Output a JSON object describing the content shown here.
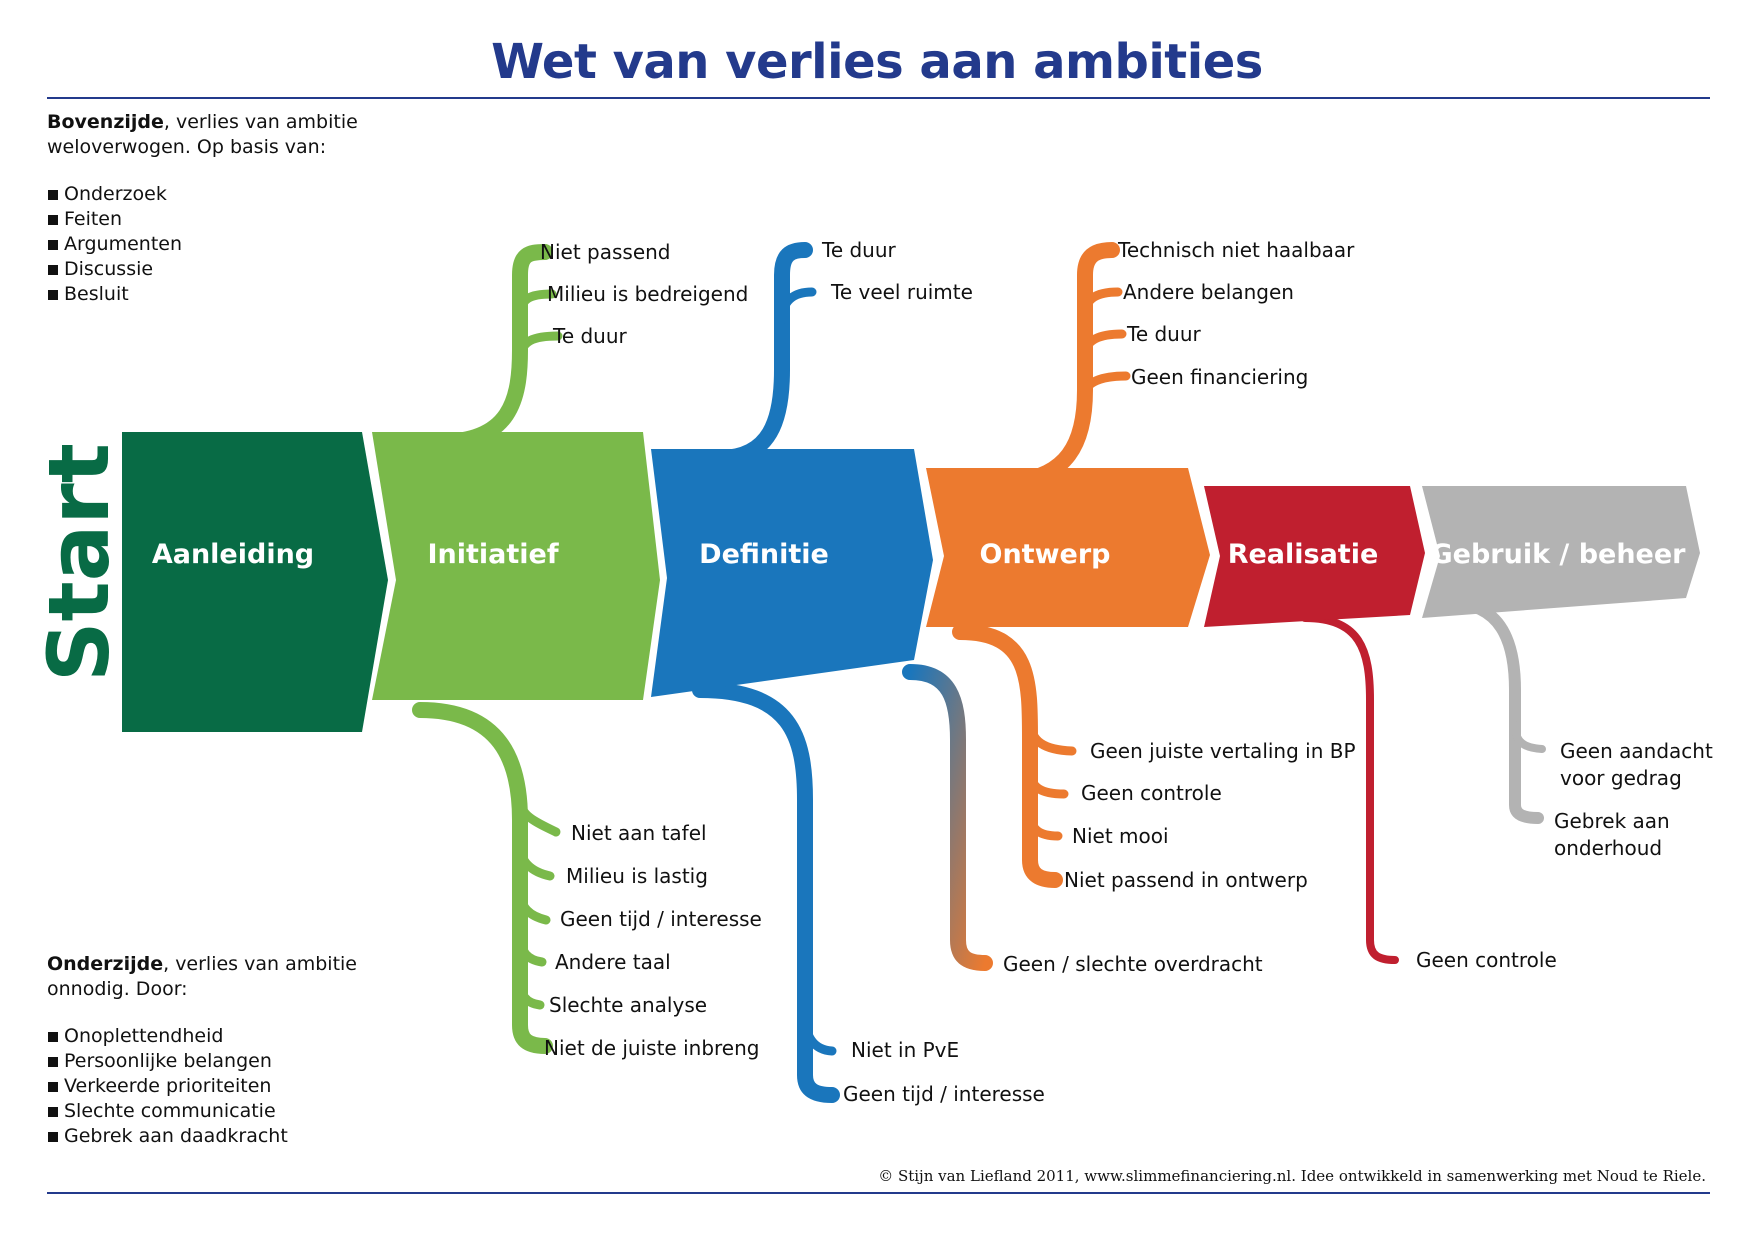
{
  "title": "Wet van verlies aan ambities",
  "start_label": "Start",
  "top_note": {
    "bold": "Bovenzijde",
    "text_1": ", verlies van ambitie",
    "text_2": "weloverwogen. Op basis van:",
    "items": [
      "Onderzoek",
      "Feiten",
      "Argumenten",
      "Discussie",
      "Besluit"
    ]
  },
  "bottom_note": {
    "bold": "Onderzijde",
    "text_1": ", verlies van ambitie",
    "text_2": "onnodig. Door:",
    "items": [
      "Onoplettendheid",
      "Persoonlijke belangen",
      "Verkeerde prioriteiten",
      "Slechte communicatie",
      "Gebrek aan daadkracht"
    ]
  },
  "phases": [
    {
      "label": "Aanleiding",
      "color": "#086b45"
    },
    {
      "label": "Initiatief",
      "color": "#7ab94a"
    },
    {
      "label": "Definitie",
      "color": "#1a76bc"
    },
    {
      "label": "Ontwerp",
      "color": "#ec7a2f"
    },
    {
      "label": "Realisatie",
      "color": "#c01f2f"
    },
    {
      "label": "Gebruik / beheer",
      "color": "#b3b3b3"
    }
  ],
  "branches": {
    "initiatief_top": [
      "Niet passend",
      "Milieu is bedreigend",
      "Te duur"
    ],
    "definitie_top": [
      "Te duur",
      "Te veel ruimte"
    ],
    "ontwerp_top": [
      "Technisch niet haalbaar",
      "Andere belangen",
      "Te duur",
      "Geen financiering"
    ],
    "initiatief_bottom": [
      "Niet aan tafel",
      "Milieu is lastig",
      "Geen tijd / interesse",
      "Andere taal",
      "Slechte analyse",
      "Niet de juiste inbreng"
    ],
    "definitie_bottom": [
      "Niet in PvE",
      "Geen tijd / interesse"
    ],
    "overdracht_bottom": [
      "Geen / slechte overdracht"
    ],
    "ontwerp_bottom": [
      "Geen juiste vertaling in BP",
      "Geen controle",
      "Niet mooi",
      "Niet passend in ontwerp"
    ],
    "realisatie_bottom": [
      "Geen controle"
    ],
    "gebruik_bottom": [
      [
        "Geen aandacht",
        "voor gedrag"
      ],
      [
        "Gebrek aan",
        "onderhoud"
      ]
    ]
  },
  "footer": "© Stijn van Liefland 2011, www.slimmefinanciering.nl. Idee ontwikkeld in samenwerking met Noud te Riele."
}
